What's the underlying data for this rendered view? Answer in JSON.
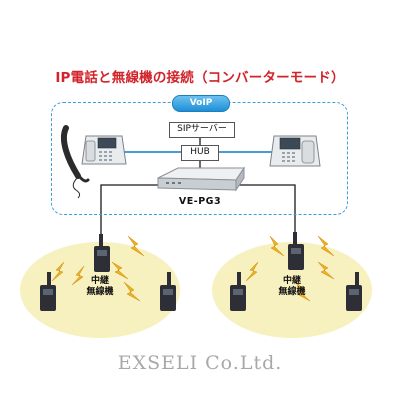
{
  "title": "IP電話と無線機の接続（コンバーターモード）",
  "network": {
    "badge": "VoIP",
    "sip_server": "SIPサーバー",
    "hub": "HUB",
    "gateway": "VE-PG3"
  },
  "radio_groups": [
    {
      "relay_label": [
        "中継",
        "無線機"
      ]
    },
    {
      "relay_label": [
        "中継",
        "無線機"
      ]
    }
  ],
  "watermark": "EXSELI Co.Ltd.",
  "colors": {
    "title": "#d2232a",
    "voip_border": "#3d9ed9",
    "cloud": "#f7f0bf",
    "signal": "#f0b020",
    "radio": "#2e2f36"
  },
  "icons": [
    "ip-phone-icon",
    "gateway-icon",
    "radio-icon",
    "signal-bolt-icon"
  ]
}
